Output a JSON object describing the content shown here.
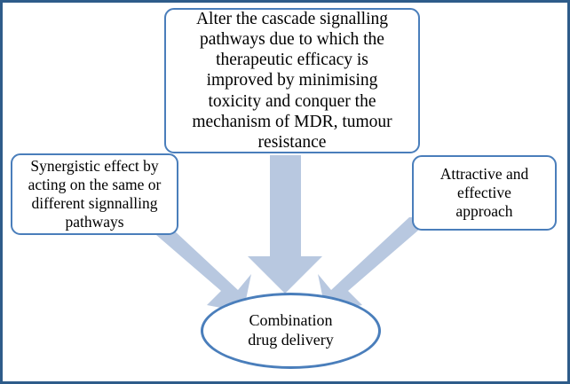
{
  "diagram": {
    "title": "Combination drug delivery rationale diagram",
    "type": "converging-arrow-concept-map",
    "colors": {
      "frame_border": "#2E5C8A",
      "box_border": "#4A7EBB",
      "box_fill": "#FFFFFF",
      "arrow_fill": "#B8C8E0",
      "text": "#000000"
    },
    "boxes": [
      {
        "id": "top",
        "name": "alter-cascade-signalling-box",
        "text": "Alter the cascade signalling\npathways due to which the\ntherapeutic efficacy is\nimproved by minimising\ntoxicity and conquer the\nmechanism of MDR, tumour\nresistance"
      },
      {
        "id": "left",
        "name": "synergistic-effect-box",
        "text": "Synergistic effect by\nacting on the same or\ndifferent signnalling\npathways"
      },
      {
        "id": "right",
        "name": "attractive-effective-box",
        "text": "Attractive and\neffective\napproach"
      }
    ],
    "node": {
      "name": "combination-drug-delivery-node",
      "text": "Combination\ndrug delivery"
    },
    "arrows": [
      {
        "id": "left-arrow",
        "name": "arrow-from-synergistic-effect",
        "direction": "down-right"
      },
      {
        "id": "center-arrow",
        "name": "arrow-from-cascade-signalling",
        "direction": "down"
      },
      {
        "id": "right-arrow",
        "name": "arrow-from-attractive-approach",
        "direction": "down-left"
      }
    ]
  }
}
